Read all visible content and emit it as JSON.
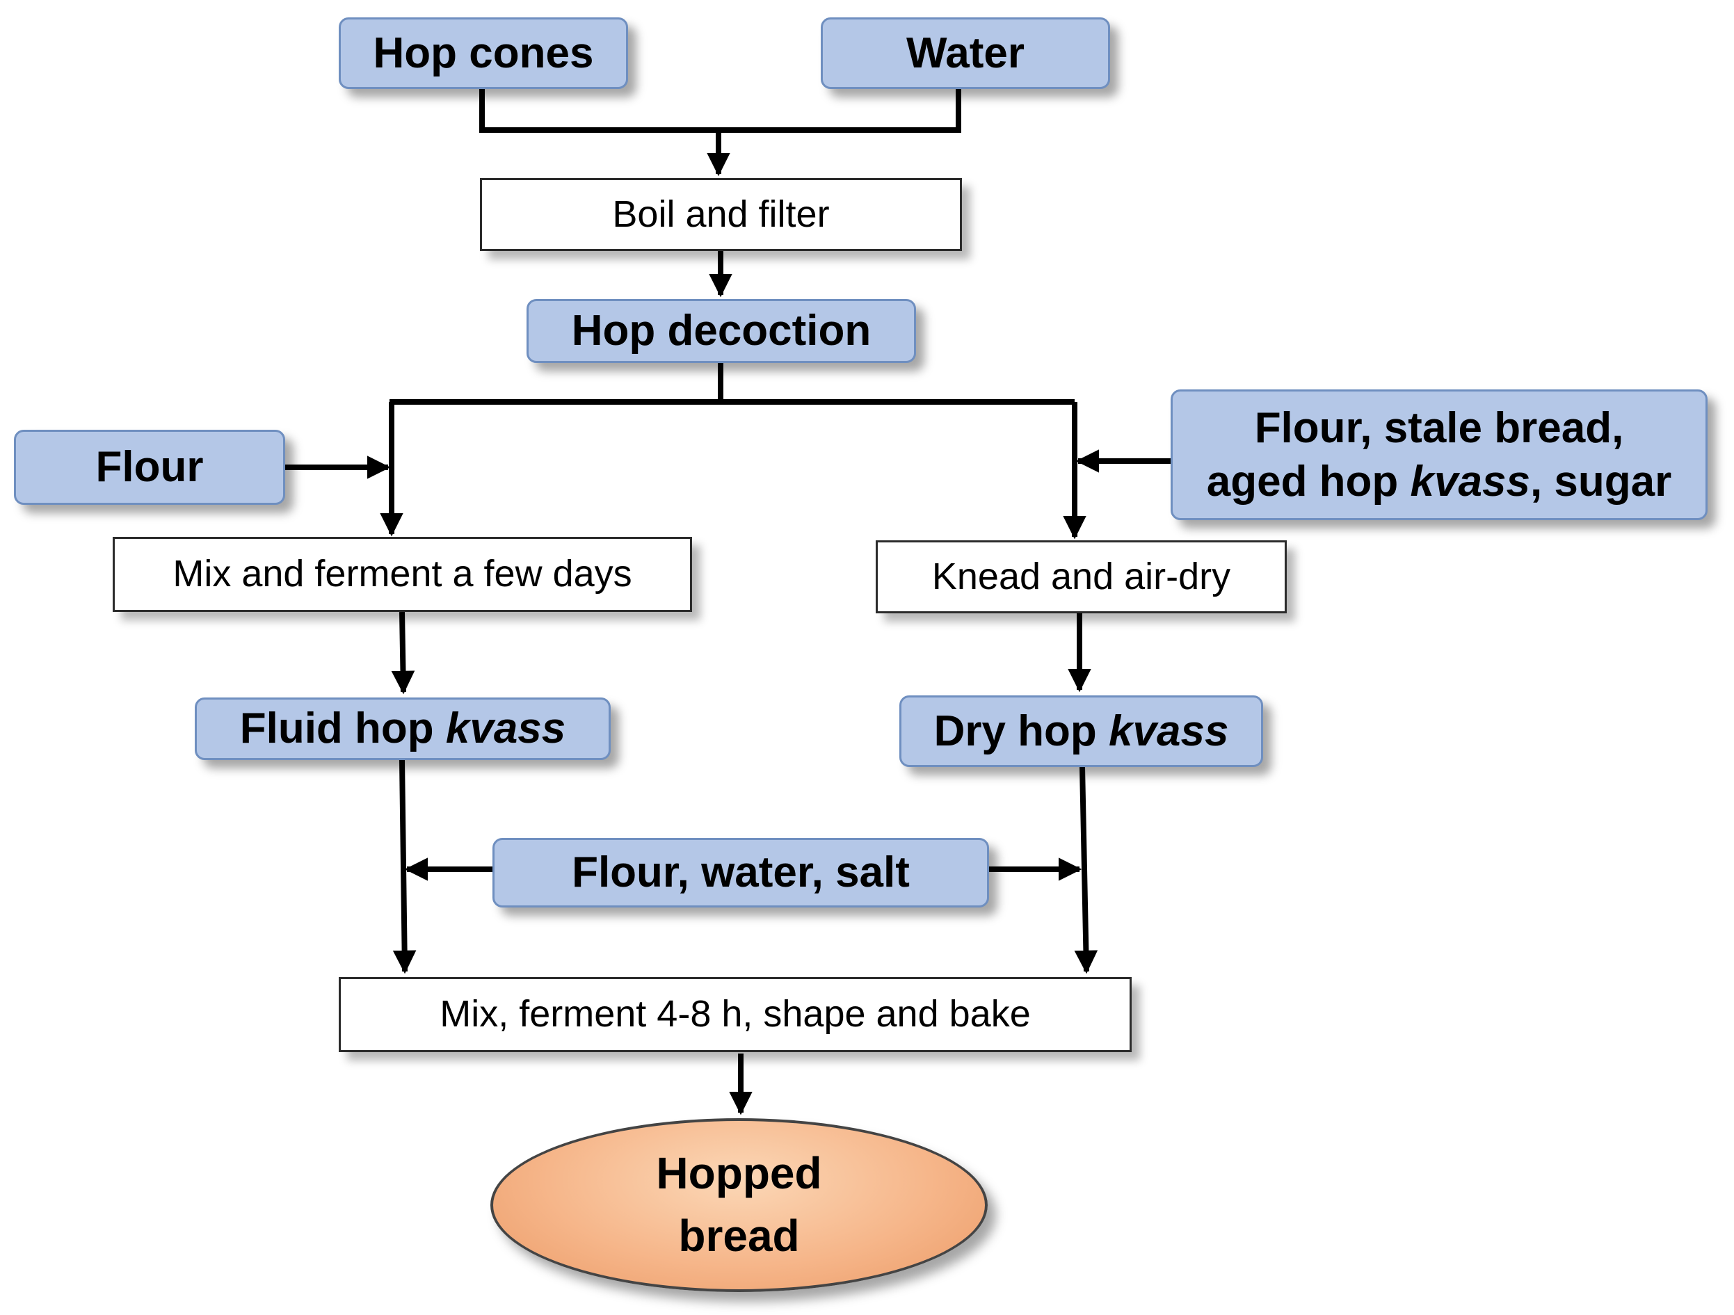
{
  "nodes": {
    "hop_cones": "Hop cones",
    "water": "Water",
    "boil_filter": "Boil and filter",
    "hop_decoction": "Hop decoction",
    "flour": "Flour",
    "right_input": {
      "line1": "Flour, stale bread,",
      "line2_pre": "aged hop ",
      "line2_em": "kvass",
      "line2_post": ", sugar"
    },
    "mix_ferment_days": "Mix and ferment a few days",
    "knead_air_dry": "Knead and air-dry",
    "fluid_kvass": {
      "pre": "Fluid hop ",
      "em": "kvass"
    },
    "dry_kvass": {
      "pre": "Dry hop ",
      "em": "kvass"
    },
    "flour_water_salt": "Flour, water, salt",
    "mix_bake": "Mix, ferment 4-8 h, shape and bake",
    "hopped_bread": {
      "line1": "Hopped",
      "line2": "bread"
    }
  },
  "colors": {
    "input_fill": "#b4c7e7",
    "input_border": "#6f8fc0",
    "output_fill": "#f6b68a",
    "line": "#000000"
  }
}
